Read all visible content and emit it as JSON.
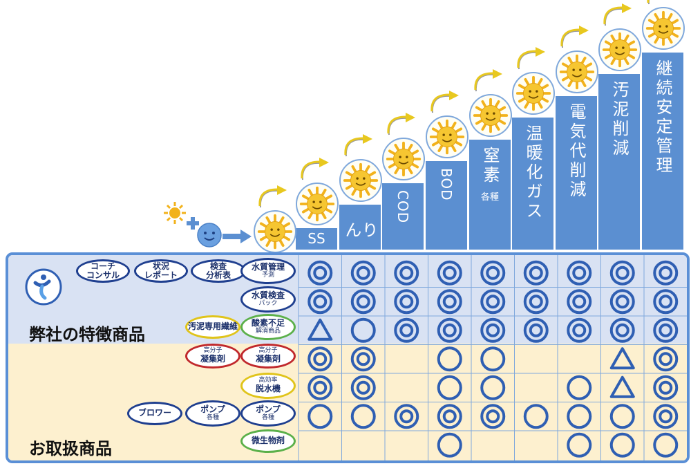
{
  "columns": [
    {
      "label": "SS",
      "style": "h"
    },
    {
      "label": "りん",
      "style": "v"
    },
    {
      "label": "COD",
      "style": "rot"
    },
    {
      "label": "BOD",
      "style": "rot"
    },
    {
      "label": "窒素",
      "sub": "各種",
      "style": "v"
    },
    {
      "label": "温暖化ガス",
      "style": "v"
    },
    {
      "label": "電気代削減",
      "style": "v"
    },
    {
      "label": "汚泥削減",
      "style": "v"
    },
    {
      "label": "継続安定管理",
      "style": "v"
    }
  ],
  "sections": {
    "own_products": "弊社の特徴商品",
    "handled_products": "お取扱商品"
  },
  "pills": [
    {
      "line1": "コーチ",
      "line2": "コンサル",
      "color": "navy"
    },
    {
      "line1": "状況",
      "line2": "レポート",
      "color": "navy"
    },
    {
      "line1": "検査",
      "line2": "分析表",
      "color": "navy"
    },
    {
      "line1": "水質管理",
      "small": "予測",
      "color": "navy"
    },
    {
      "line1": "水質検査",
      "small": "パック",
      "color": "navy"
    },
    {
      "line1": "汚泥専用繊維",
      "color": "yellow"
    },
    {
      "line1": "酸素不足",
      "small": "解消商品",
      "color": "green"
    },
    {
      "small_top": "高分子",
      "line1": "凝集剤",
      "color": "red"
    },
    {
      "small_top": "高分子",
      "line1": "凝集剤",
      "color": "red"
    },
    {
      "small_top": "高効率",
      "line1": "脱水機",
      "color": "yellow"
    },
    {
      "line1": "ブロワー",
      "color": "navy"
    },
    {
      "line1": "ポンプ",
      "small": "各種",
      "color": "navy"
    },
    {
      "line1": "ポンプ",
      "small": "各種",
      "color": "navy"
    },
    {
      "line1": "微生物剤",
      "color": "green"
    }
  ],
  "matrix": [
    [
      "◎",
      "◎",
      "◎",
      "◎",
      "◎",
      "◎",
      "◎",
      "◎",
      "◎"
    ],
    [
      "◎",
      "◎",
      "◎",
      "◎",
      "◎",
      "◎",
      "◎",
      "◎",
      "◎"
    ],
    [
      "△",
      "○",
      "◎",
      "◎",
      "◎",
      "◎",
      "◎",
      "◎",
      "◎"
    ],
    [
      "◎",
      "◎",
      "",
      "○",
      "○",
      "",
      "",
      "△",
      "◎"
    ],
    [
      "◎",
      "◎",
      "",
      "○",
      "○",
      "",
      "○",
      "△",
      "◎"
    ],
    [
      "○",
      "○",
      "◎",
      "◎",
      "◎",
      "○",
      "○",
      "○",
      "◎"
    ],
    [
      "",
      "",
      "",
      "○",
      "",
      "",
      "○",
      "○",
      "○"
    ]
  ],
  "colors": {
    "bar": "#5b8fd1",
    "top_band": "#d9e2f3",
    "bottom_band": "#fdf0cf",
    "frame": "#5a8fd6",
    "symbol": "#2f5fb3",
    "sun": "#f2b21b",
    "arrow": "#e8c81f"
  },
  "icons": [
    "small-sun-icon",
    "plus-icon",
    "smile-face-icon",
    "right-arrow-icon",
    "sun-face-icon",
    "curved-arrow-icon",
    "company-logo-icon"
  ]
}
